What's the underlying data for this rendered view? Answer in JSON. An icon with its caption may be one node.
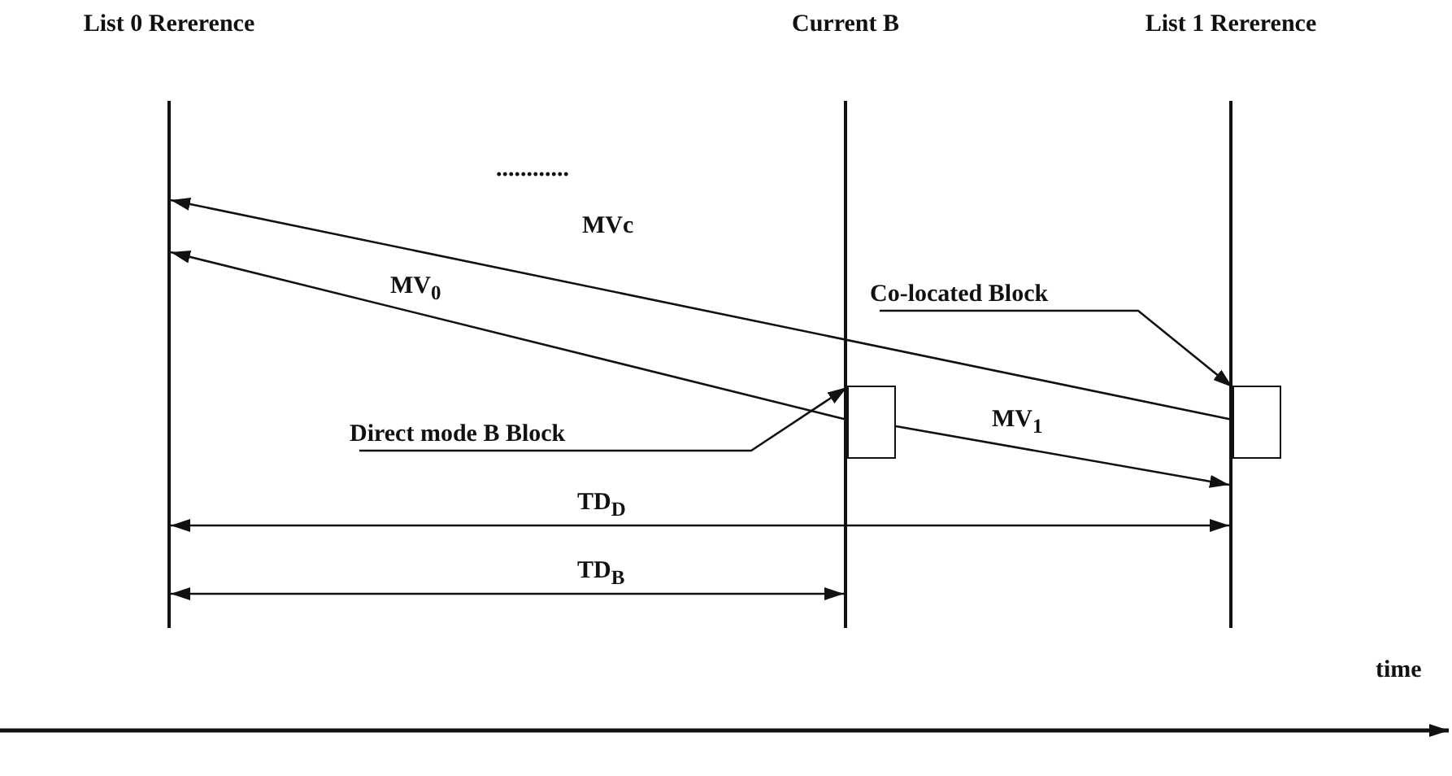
{
  "diagram": {
    "nodes": [
      {
        "text": [
          "List 0 Rererence"
        ]
      },
      {
        "text": [
          "Current B"
        ]
      },
      {
        "text": [
          "List 1 Rererence"
        ]
      },
      {
        "text": [
          "Direct mode B Block"
        ]
      },
      {
        "text": [
          "Co-located Block"
        ]
      },
      {
        "text": [],
        "shape": "box"
      },
      {
        "text": [],
        "shape": "box"
      }
    ],
    "edges": [
      {
        "from": 6,
        "to": 0,
        "arrow": "to",
        "label": "MVc"
      },
      {
        "from": 5,
        "to": 0,
        "arrow": "to",
        "label": "MV$_{0}$"
      },
      {
        "from": 5,
        "to": 2,
        "arrow": "to",
        "label": "MV$_{1}$"
      },
      {
        "from": 4,
        "to": 6,
        "arrow": "to"
      },
      {
        "from": 3,
        "to": 5,
        "arrow": "to"
      },
      {
        "from": 0,
        "to": 2,
        "arrow": "both",
        "label": "TD$_{D}$"
      },
      {
        "from": 0,
        "to": 1,
        "arrow": "both",
        "label": "TD$_{B}$"
      }
    ],
    "labels": [
      "............",
      "time"
    ]
  }
}
